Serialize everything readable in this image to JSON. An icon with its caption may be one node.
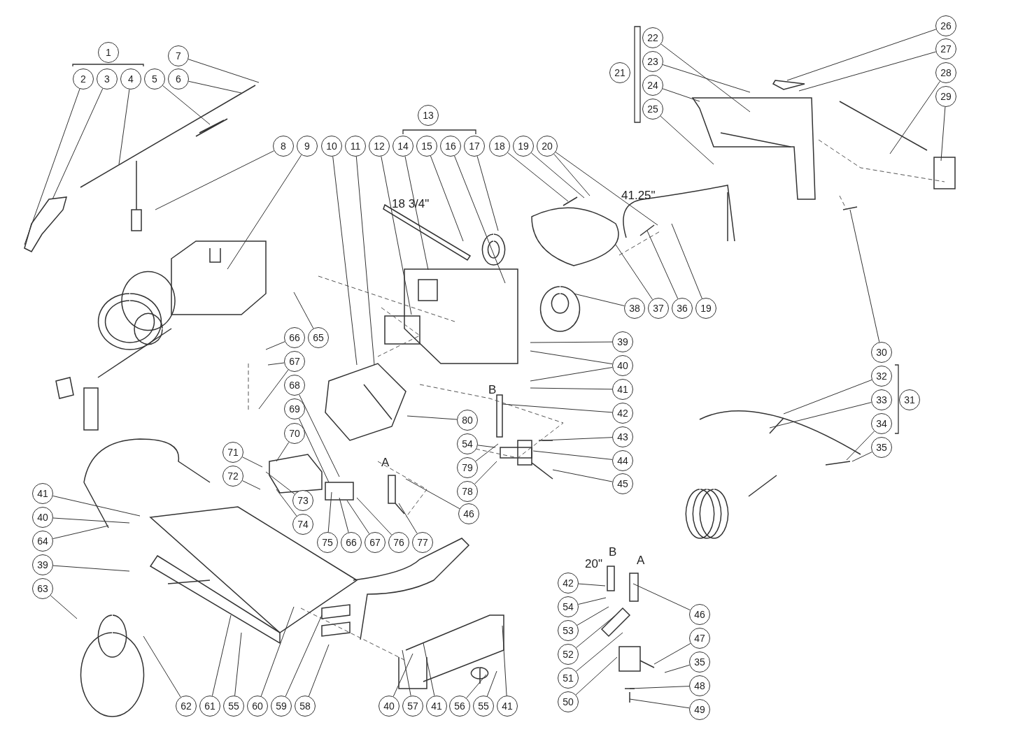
{
  "diagram": {
    "nodes": [
      {
        "text": [
          "1"
        ]
      },
      {
        "text": [
          "2"
        ]
      },
      {
        "text": [
          "3"
        ]
      },
      {
        "text": [
          "4"
        ]
      },
      {
        "text": [
          "5"
        ]
      },
      {
        "text": [
          "6"
        ]
      },
      {
        "text": [
          "7"
        ]
      },
      {
        "text": [
          "8"
        ]
      },
      {
        "text": [
          "9"
        ]
      },
      {
        "text": [
          "10"
        ]
      },
      {
        "text": [
          "11"
        ]
      },
      {
        "text": [
          "12"
        ]
      },
      {
        "text": [
          "13"
        ]
      },
      {
        "text": [
          "14"
        ]
      },
      {
        "text": [
          "15"
        ]
      },
      {
        "text": [
          "16"
        ]
      },
      {
        "text": [
          "17"
        ]
      },
      {
        "text": [
          "18"
        ]
      },
      {
        "text": [
          "19"
        ]
      },
      {
        "text": [
          "20"
        ]
      },
      {
        "text": [
          "21"
        ]
      },
      {
        "text": [
          "22"
        ]
      },
      {
        "text": [
          "23"
        ]
      },
      {
        "text": [
          "24"
        ]
      },
      {
        "text": [
          "25"
        ]
      },
      {
        "text": [
          "26"
        ]
      },
      {
        "text": [
          "27"
        ]
      },
      {
        "text": [
          "28"
        ]
      },
      {
        "text": [
          "29"
        ]
      },
      {
        "text": [
          "38"
        ]
      },
      {
        "text": [
          "37"
        ]
      },
      {
        "text": [
          "36"
        ]
      },
      {
        "text": [
          "19"
        ]
      },
      {
        "text": [
          "65"
        ]
      },
      {
        "text": [
          "66"
        ]
      },
      {
        "text": [
          "67"
        ]
      },
      {
        "text": [
          "39"
        ]
      },
      {
        "text": [
          "40"
        ]
      },
      {
        "text": [
          "41"
        ]
      },
      {
        "text": [
          "30"
        ]
      },
      {
        "text": [
          "32"
        ]
      },
      {
        "text": [
          "31"
        ]
      },
      {
        "text": [
          "33"
        ]
      },
      {
        "text": [
          "34"
        ]
      },
      {
        "text": [
          "35"
        ]
      },
      {
        "text": [
          "42"
        ]
      },
      {
        "text": [
          "80"
        ]
      },
      {
        "text": [
          "54"
        ]
      },
      {
        "text": [
          "43"
        ]
      },
      {
        "text": [
          "79"
        ]
      },
      {
        "text": [
          "44"
        ]
      },
      {
        "text": [
          "68"
        ]
      },
      {
        "text": [
          "69"
        ]
      },
      {
        "text": [
          "78"
        ]
      },
      {
        "text": [
          "45"
        ]
      },
      {
        "text": [
          "70"
        ]
      },
      {
        "text": [
          "71"
        ]
      },
      {
        "text": [
          "72"
        ]
      },
      {
        "text": [
          "73"
        ]
      },
      {
        "text": [
          "74"
        ]
      },
      {
        "text": [
          "46"
        ]
      },
      {
        "text": [
          "41"
        ]
      },
      {
        "text": [
          "40"
        ]
      },
      {
        "text": [
          "64"
        ]
      },
      {
        "text": [
          "75"
        ]
      },
      {
        "text": [
          "66"
        ]
      },
      {
        "text": [
          "67"
        ]
      },
      {
        "text": [
          "76"
        ]
      },
      {
        "text": [
          "77"
        ]
      },
      {
        "text": [
          "39"
        ]
      },
      {
        "text": [
          "63"
        ]
      },
      {
        "text": [
          "42"
        ]
      },
      {
        "text": [
          "54"
        ]
      },
      {
        "text": [
          "53"
        ]
      },
      {
        "text": [
          "52"
        ]
      },
      {
        "text": [
          "51"
        ]
      },
      {
        "text": [
          "50"
        ]
      },
      {
        "text": [
          "46"
        ]
      },
      {
        "text": [
          "47"
        ]
      },
      {
        "text": [
          "35"
        ]
      },
      {
        "text": [
          "48"
        ]
      },
      {
        "text": [
          "49"
        ]
      },
      {
        "text": [
          "62"
        ]
      },
      {
        "text": [
          "61"
        ]
      },
      {
        "text": [
          "55"
        ]
      },
      {
        "text": [
          "60"
        ]
      },
      {
        "text": [
          "59"
        ]
      },
      {
        "text": [
          "58"
        ]
      },
      {
        "text": [
          "40"
        ]
      },
      {
        "text": [
          "57"
        ]
      },
      {
        "text": [
          "41"
        ]
      },
      {
        "text": [
          "56"
        ]
      },
      {
        "text": [
          "55"
        ]
      },
      {
        "text": [
          "41"
        ]
      }
    ],
    "edges": [
      {
        "from": 1,
        "to": null,
        "arrow": "none"
      },
      {
        "from": 2,
        "to": null,
        "arrow": "none"
      },
      {
        "from": 3,
        "to": null,
        "arrow": "none"
      },
      {
        "from": 4,
        "to": null,
        "arrow": "none"
      },
      {
        "from": 5,
        "to": null,
        "arrow": "none"
      },
      {
        "from": 6,
        "to": null,
        "arrow": "none"
      },
      {
        "from": 7,
        "to": null,
        "arrow": "none"
      },
      {
        "from": 8,
        "to": null,
        "arrow": "none"
      },
      {
        "from": 9,
        "to": null,
        "arrow": "none"
      },
      {
        "from": 10,
        "to": null,
        "arrow": "none"
      },
      {
        "from": 11,
        "to": null,
        "arrow": "none"
      },
      {
        "from": 13,
        "to": null,
        "arrow": "none"
      },
      {
        "from": 14,
        "to": null,
        "arrow": "none"
      },
      {
        "from": 15,
        "to": null,
        "arrow": "none"
      },
      {
        "from": 16,
        "to": null,
        "arrow": "none"
      },
      {
        "from": 17,
        "to": null,
        "arrow": "none"
      },
      {
        "from": 18,
        "to": null,
        "arrow": "none"
      },
      {
        "from": 19,
        "to": null,
        "arrow": "none"
      },
      {
        "from": 19,
        "to": null,
        "arrow": "none"
      },
      {
        "from": 21,
        "to": null,
        "arrow": "none"
      },
      {
        "from": 22,
        "to": null,
        "arrow": "none"
      },
      {
        "from": 23,
        "to": null,
        "arrow": "none"
      },
      {
        "from": 24,
        "to": null,
        "arrow": "none"
      },
      {
        "from": 25,
        "to": null,
        "arrow": "none"
      },
      {
        "from": 26,
        "to": null,
        "arrow": "none"
      },
      {
        "from": 27,
        "to": null,
        "arrow": "none"
      },
      {
        "from": 28,
        "to": null,
        "arrow": "none"
      },
      {
        "from": 29,
        "to": null,
        "arrow": "none"
      },
      {
        "from": 30,
        "to": null,
        "arrow": "none"
      },
      {
        "from": 31,
        "to": null,
        "arrow": "none"
      },
      {
        "from": 32,
        "to": null,
        "arrow": "none"
      },
      {
        "from": 33,
        "to": null,
        "arrow": "none"
      },
      {
        "from": 34,
        "to": null,
        "arrow": "none"
      },
      {
        "from": 35,
        "to": null,
        "arrow": "none"
      },
      {
        "from": 35,
        "to": null,
        "arrow": "none"
      },
      {
        "from": 36,
        "to": null,
        "arrow": "none"
      },
      {
        "from": 37,
        "to": null,
        "arrow": "none"
      },
      {
        "from": 37,
        "to": null,
        "arrow": "none"
      },
      {
        "from": 38,
        "to": null,
        "arrow": "none"
      },
      {
        "from": 39,
        "to": null,
        "arrow": "none"
      },
      {
        "from": 40,
        "to": null,
        "arrow": "none"
      },
      {
        "from": 42,
        "to": null,
        "arrow": "none"
      },
      {
        "from": 43,
        "to": null,
        "arrow": "none"
      },
      {
        "from": 44,
        "to": null,
        "arrow": "none"
      },
      {
        "from": 45,
        "to": null,
        "arrow": "none"
      },
      {
        "from": 46,
        "to": null,
        "arrow": "none"
      },
      {
        "from": 47,
        "to": null,
        "arrow": "none"
      },
      {
        "from": 48,
        "to": null,
        "arrow": "none"
      },
      {
        "from": 49,
        "to": null,
        "arrow": "none"
      },
      {
        "from": 50,
        "to": null,
        "arrow": "none"
      },
      {
        "from": 51,
        "to": null,
        "arrow": "none"
      },
      {
        "from": 52,
        "to": null,
        "arrow": "none"
      },
      {
        "from": 53,
        "to": null,
        "arrow": "none"
      },
      {
        "from": 54,
        "to": null,
        "arrow": "none"
      },
      {
        "from": 55,
        "to": null,
        "arrow": "none"
      },
      {
        "from": 56,
        "to": null,
        "arrow": "none"
      },
      {
        "from": 57,
        "to": null,
        "arrow": "none"
      },
      {
        "from": 58,
        "to": null,
        "arrow": "none"
      },
      {
        "from": 59,
        "to": null,
        "arrow": "none"
      },
      {
        "from": 60,
        "to": null,
        "arrow": "none"
      },
      {
        "from": 61,
        "to": null,
        "arrow": "none"
      },
      {
        "from": 62,
        "to": null,
        "arrow": "none"
      },
      {
        "from": 63,
        "to": null,
        "arrow": "none"
      },
      {
        "from": 64,
        "to": null,
        "arrow": "none"
      },
      {
        "from": 65,
        "to": null,
        "arrow": "none"
      },
      {
        "from": 66,
        "to": null,
        "arrow": "none"
      },
      {
        "from": 67,
        "to": null,
        "arrow": "none"
      },
      {
        "from": 68,
        "to": null,
        "arrow": "none"
      },
      {
        "from": 69,
        "to": null,
        "arrow": "none"
      },
      {
        "from": 70,
        "to": null,
        "arrow": "none"
      },
      {
        "from": 71,
        "to": null,
        "arrow": "none"
      },
      {
        "from": 72,
        "to": null,
        "arrow": "none"
      },
      {
        "from": 73,
        "to": null,
        "arrow": "none"
      },
      {
        "from": 74,
        "to": null,
        "arrow": "none"
      },
      {
        "from": 75,
        "to": null,
        "arrow": "none"
      },
      {
        "from": 76,
        "to": null,
        "arrow": "none"
      },
      {
        "from": 77,
        "to": null,
        "arrow": "none"
      },
      {
        "from": 78,
        "to": null,
        "arrow": "none"
      },
      {
        "from": 79,
        "to": null,
        "arrow": "none"
      },
      {
        "from": 80,
        "to": null,
        "arrow": "none"
      },
      {
        "from": 81,
        "to": null,
        "arrow": "none"
      },
      {
        "from": 82,
        "to": null,
        "arrow": "none"
      },
      {
        "from": 83,
        "to": null,
        "arrow": "none"
      },
      {
        "from": 84,
        "to": null,
        "arrow": "none"
      },
      {
        "from": 85,
        "to": null,
        "arrow": "none"
      },
      {
        "from": 86,
        "to": null,
        "arrow": "none"
      },
      {
        "from": 87,
        "to": null,
        "arrow": "none"
      },
      {
        "from": 88,
        "to": null,
        "arrow": "none"
      },
      {
        "from": 89,
        "to": null,
        "arrow": "none"
      },
      {
        "from": 90,
        "to": null,
        "arrow": "none"
      },
      {
        "from": 91,
        "to": null,
        "arrow": "none"
      },
      {
        "from": 92,
        "to": null,
        "arrow": "none"
      },
      {
        "from": 93,
        "to": null,
        "arrow": "none"
      }
    ],
    "labels": [
      "41.25\"",
      "18 3/4\"",
      "B",
      "A",
      "B",
      "20\"",
      "A"
    ]
  }
}
